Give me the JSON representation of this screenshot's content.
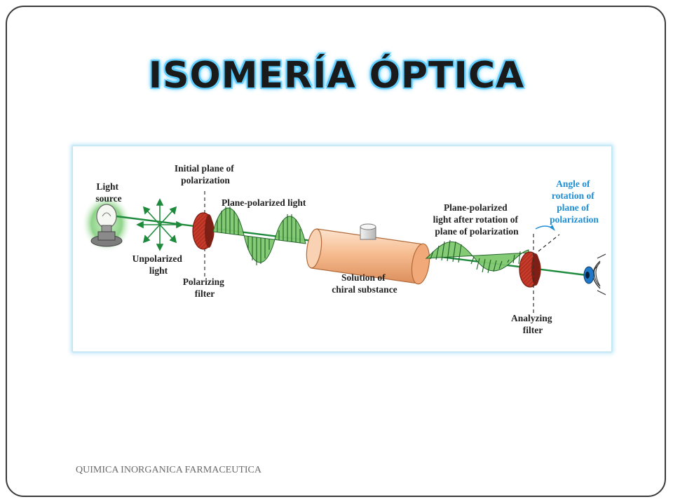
{
  "slide": {
    "title": "ISOMERÍA ÓPTICA",
    "footer": "QUIMICA INORGANICA FARMACEUTICA"
  },
  "diagram": {
    "labels": {
      "light_source": [
        "Light",
        "source"
      ],
      "initial_plane": [
        "Initial plane of",
        "polarization"
      ],
      "plane_polarized": "Plane-polarized light",
      "unpolarized": [
        "Unpolarized",
        "light"
      ],
      "polarizing_filter": [
        "Polarizing",
        "filter"
      ],
      "solution": [
        "Solution of",
        "chiral substance"
      ],
      "after_rotation": [
        "Plane-polarized",
        "light after rotation of",
        "plane of polarization"
      ],
      "angle": [
        "Angle of",
        "rotation of",
        "plane of",
        "polarization"
      ],
      "analyzing_filter": [
        "Analyzing",
        "filter"
      ]
    },
    "colors": {
      "beam": "#1e8a3c",
      "wave_fill": "#7fc86e",
      "filter": "#c63a2a",
      "tube": "#f4b486",
      "angle_blue": "#1f8fd6",
      "glow": "#8fd48a"
    },
    "icons": [
      "light-bulb-icon",
      "eye-icon"
    ]
  }
}
